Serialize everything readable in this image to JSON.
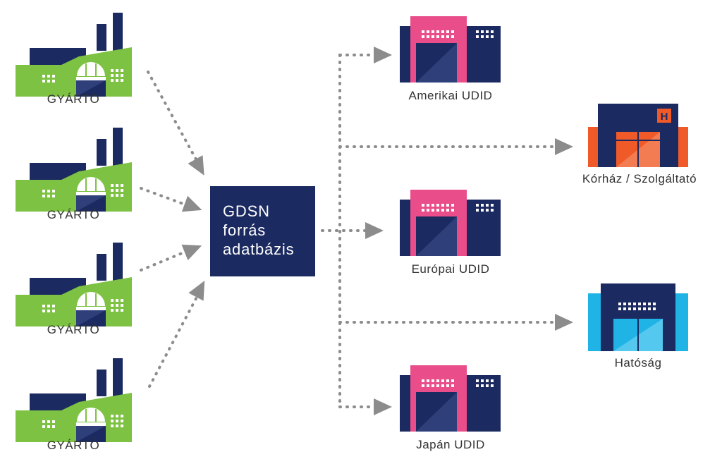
{
  "colors": {
    "navy": "#1b2a60",
    "green": "#7dc242",
    "pink": "#e94e8a",
    "orange": "#ef5a28",
    "cyan": "#1fb3e6",
    "gray_arrow": "#8c8c8c",
    "label_text": "#333333"
  },
  "manufacturers": [
    {
      "label": "GYÁRTÓ",
      "icon": "factory-icon"
    },
    {
      "label": "GYÁRTÓ",
      "icon": "factory-icon"
    },
    {
      "label": "GYÁRTÓ",
      "icon": "factory-icon"
    },
    {
      "label": "GYÁRTÓ",
      "icon": "factory-icon"
    }
  ],
  "hub": {
    "lines": [
      "GDSN",
      "forrás",
      "adatbázis"
    ]
  },
  "udid_databases": [
    {
      "label": "Amerikai UDID",
      "icon": "office-building-icon"
    },
    {
      "label": "Európai UDID",
      "icon": "office-building-icon"
    },
    {
      "label": "Japán UDID",
      "icon": "office-building-icon"
    }
  ],
  "consumers": {
    "hospital": {
      "label": "Kórház / Szolgáltató",
      "icon": "hospital-icon",
      "sign": "H"
    },
    "authority": {
      "label": "Hatóság",
      "icon": "government-building-icon"
    }
  }
}
